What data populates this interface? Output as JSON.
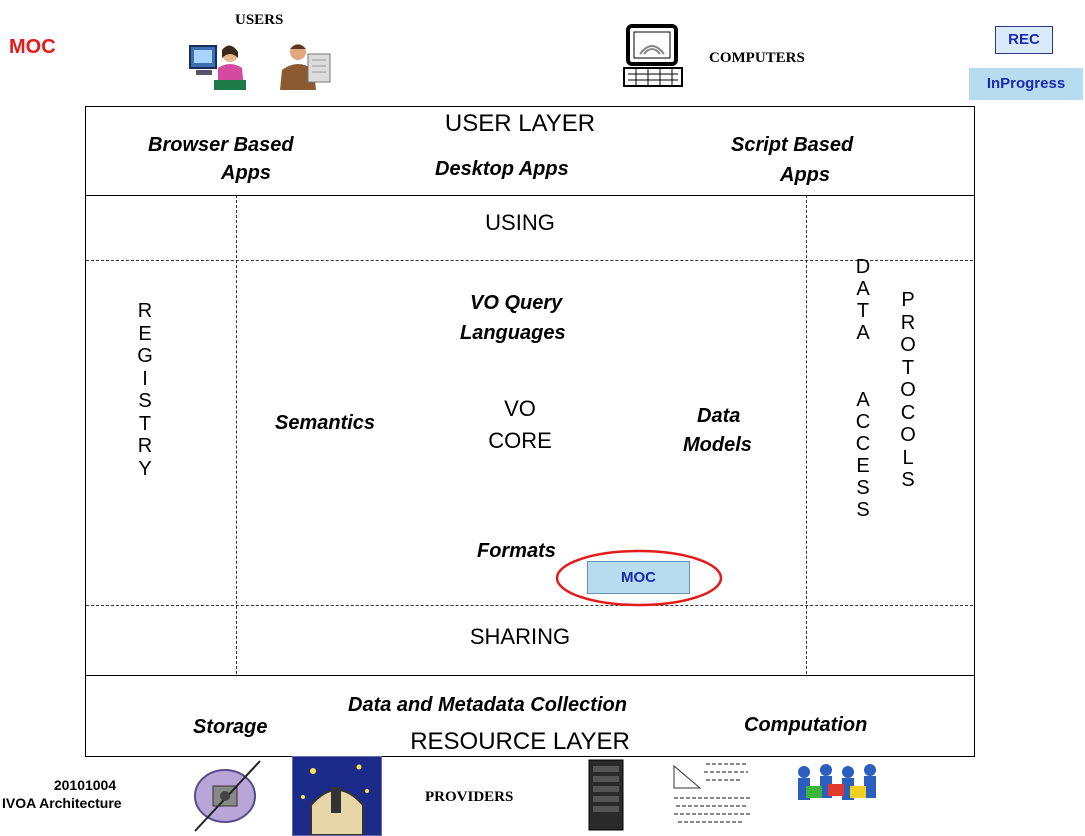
{
  "header": {
    "page_title": "MOC",
    "users_label": "USERS",
    "computers_label": "COMPUTERS",
    "providers_label": "PROVIDERS",
    "footer_date": "20101004",
    "footer_title": "IVOA Architecture"
  },
  "status": {
    "rec": "REC",
    "inprogress": "InProgress",
    "rec_color": "#d9eafc",
    "inprogress_color": "#b7dcef"
  },
  "user_layer": {
    "title": "USER LAYER",
    "browser_line1": "Browser Based",
    "browser_line2": "Apps",
    "desktop": "Desktop Apps",
    "script_line1": "Script Based",
    "script_line2": "Apps"
  },
  "core": {
    "using": "USING",
    "sharing": "SHARING",
    "registry": [
      "R",
      "E",
      "G",
      "I",
      "S",
      "T",
      "R",
      "Y"
    ],
    "data_access": [
      "D",
      "A",
      "T",
      "A",
      "",
      "A",
      "C",
      "C",
      "E",
      "S",
      "S"
    ],
    "protocols": [
      "P",
      "R",
      "O",
      "T",
      "O",
      "C",
      "O",
      "L",
      "S"
    ],
    "query_line1": "VO Query",
    "query_line2": "Languages",
    "semantics": "Semantics",
    "vo_line1": "VO",
    "vo_line2": "CORE",
    "models_line1": "Data",
    "models_line2": "Models",
    "formats": "Formats",
    "moc_box": "MOC",
    "moc_box_color": "#b7dcef",
    "highlight_color": "#e31b1b"
  },
  "resource_layer": {
    "collection": "Data and Metadata Collection",
    "storage": "Storage",
    "computation": "Computation",
    "title": "RESOURCE LAYER"
  },
  "icons": [
    "user-at-computer-icon",
    "user-reading-icon",
    "computer-icon",
    "satellite-icon",
    "observatory-icon",
    "server-rack-icon",
    "equations-icon",
    "puzzle-people-icon"
  ]
}
